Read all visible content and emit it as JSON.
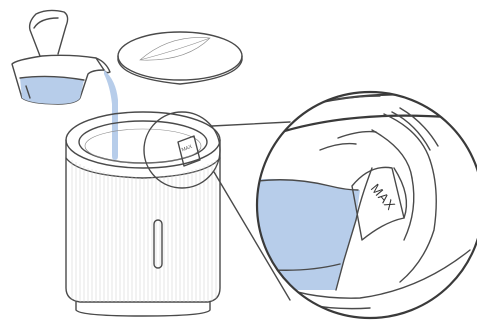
{
  "figure": {
    "marking_label": "MAX",
    "colors": {
      "line": "#4a4a4a",
      "water": "#b7cdea",
      "background": "#ffffff"
    },
    "parts": [
      "water-pitcher",
      "water-stream",
      "tank-lid",
      "humidifier-tank",
      "max-fill-marker",
      "zoom-callout"
    ]
  }
}
